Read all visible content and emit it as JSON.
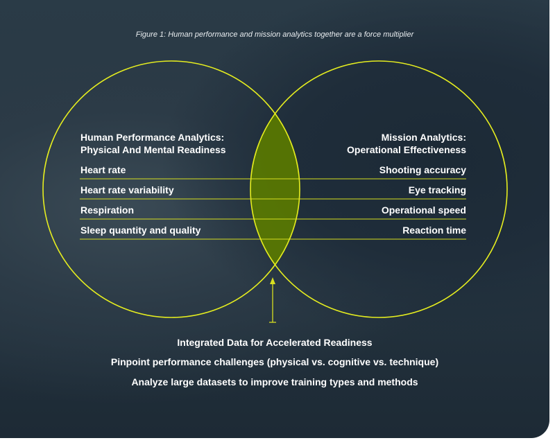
{
  "caption": "Figure 1: Human performance and mission analytics together are a force multiplier",
  "left": {
    "title1": "Human Performance Analytics:",
    "title2": "Physical And Mental Readiness",
    "items": [
      "Heart rate",
      "Heart rate variability",
      "Respiration",
      "Sleep quantity and quality"
    ]
  },
  "right": {
    "title1": "Mission Analytics:",
    "title2": "Operational Effectiveness",
    "items": [
      "Shooting accuracy",
      "Eye tracking",
      "Operational speed",
      "Reaction time"
    ]
  },
  "bottom": {
    "title": "Integrated Data for Accelerated Readiness",
    "lines": [
      "Pinpoint performance challenges (physical vs. cognitive vs. technique)",
      "Analyze large datasets to improve training types and methods"
    ]
  },
  "colors": {
    "accent": "#e6ee1f",
    "overlap": "#5a7a00"
  }
}
